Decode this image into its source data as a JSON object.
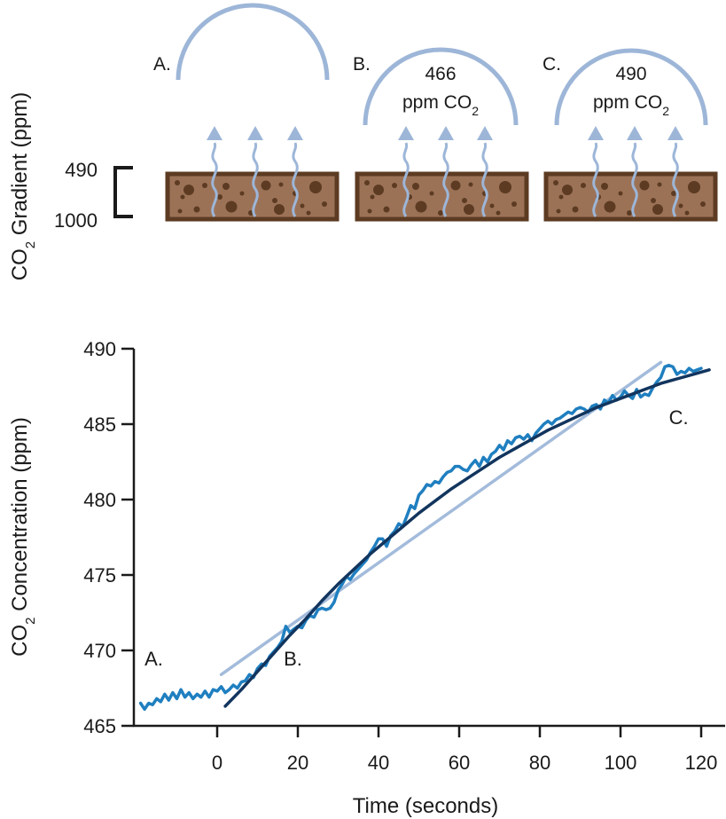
{
  "diagram": {
    "gradient_axis_label": "CO",
    "gradient_axis_label_sub": "2",
    "gradient_axis_label_rest": " Gradient (ppm)",
    "gradient_top": "490",
    "gradient_bottom": "1000",
    "panels": [
      {
        "letter": "A.",
        "line1": "",
        "line2": "",
        "sub": ""
      },
      {
        "letter": "B.",
        "line1": "466",
        "line2": "ppm CO",
        "sub": "2"
      },
      {
        "letter": "C.",
        "line1": "490",
        "line2": "ppm CO",
        "sub": "2"
      }
    ],
    "colors": {
      "soil_fill": "#9c7257",
      "soil_border": "#5c3b22",
      "soil_particles": "#5c3b22",
      "chamber": "#9db6d8",
      "arrows": "#9db6d8"
    }
  },
  "chart_data": {
    "type": "line",
    "xlabel": "Time (seconds)",
    "ylabel": "CO",
    "ylabel_sub": "2",
    "ylabel_rest": " Concentration (ppm)",
    "xlim": [
      -20,
      124
    ],
    "ylim": [
      465,
      490
    ],
    "x_ticks": [
      0,
      20,
      40,
      60,
      80,
      100,
      120
    ],
    "y_ticks": [
      465,
      470,
      475,
      480,
      485,
      490
    ],
    "annotations": [
      {
        "text": "A.",
        "x": -18,
        "y": 469
      },
      {
        "text": "B.",
        "x": 16.5,
        "y": 469
      },
      {
        "text": "C.",
        "x": 112,
        "y": 485
      }
    ],
    "series": [
      {
        "role": "measured",
        "color": "#1f7fc0",
        "x": [
          -19,
          -18,
          -17,
          -16,
          -15,
          -14,
          -13,
          -12,
          -11,
          -10,
          -9,
          -8,
          -7,
          -6,
          -5,
          -4,
          -3,
          -2,
          -1,
          0,
          1,
          2,
          3,
          4,
          5,
          6,
          7,
          8,
          9,
          10,
          11,
          12,
          13,
          14,
          15,
          16,
          17,
          18,
          19,
          20,
          21,
          22,
          23,
          24,
          25,
          26,
          27,
          28,
          29,
          30,
          31,
          32,
          33,
          34,
          35,
          36,
          37,
          38,
          39,
          40,
          41,
          42,
          43,
          44,
          45,
          46,
          47,
          48,
          49,
          50,
          51,
          52,
          53,
          54,
          55,
          56,
          57,
          58,
          59,
          60,
          61,
          62,
          63,
          64,
          65,
          66,
          67,
          68,
          69,
          70,
          71,
          72,
          73,
          74,
          75,
          76,
          77,
          78,
          79,
          80,
          81,
          82,
          83,
          84,
          85,
          86,
          87,
          88,
          89,
          90,
          91,
          92,
          93,
          94,
          95,
          96,
          97,
          98,
          99,
          100,
          101,
          102,
          103,
          104,
          105,
          106,
          107,
          108,
          109,
          110,
          111,
          112,
          113,
          114,
          115,
          116,
          117,
          118,
          119,
          120
        ],
        "y": [
          466.5,
          466.1,
          466.5,
          466.4,
          466.8,
          466.6,
          467.1,
          466.7,
          467.2,
          466.8,
          467.4,
          466.9,
          467.2,
          466.8,
          467.1,
          466.9,
          467.3,
          466.9,
          467.4,
          467.3,
          467.6,
          467.2,
          467.4,
          467.7,
          467.5,
          467.9,
          468.0,
          468.4,
          468.2,
          468.8,
          469.1,
          469.0,
          469.6,
          469.9,
          470.2,
          470.6,
          471.6,
          471.2,
          471.4,
          471.6,
          471.5,
          472.0,
          472.3,
          472.2,
          472.7,
          472.8,
          472.7,
          472.8,
          473.2,
          474.0,
          474.4,
          474.9,
          474.7,
          475.1,
          475.4,
          475.7,
          476.0,
          476.5,
          476.9,
          477.4,
          477.4,
          476.9,
          477.6,
          477.9,
          478.4,
          478.2,
          478.9,
          479.6,
          479.4,
          480.3,
          480.6,
          481.0,
          480.9,
          481.2,
          481.1,
          481.5,
          481.8,
          481.9,
          482.2,
          482.2,
          482.0,
          481.9,
          482.3,
          482.6,
          482.2,
          482.8,
          482.5,
          483.0,
          483.2,
          483.6,
          483.3,
          483.9,
          483.7,
          484.1,
          484.2,
          484.0,
          484.3,
          483.9,
          484.4,
          484.7,
          485.0,
          485.2,
          485.0,
          485.3,
          485.4,
          485.6,
          485.8,
          485.7,
          486.0,
          486.1,
          486.0,
          485.8,
          486.2,
          486.3,
          486.0,
          486.6,
          486.4,
          486.9,
          486.6,
          486.8,
          487.2,
          486.9,
          486.7,
          487.3,
          486.8,
          487.0,
          486.9,
          487.4,
          487.8,
          488.1,
          488.8,
          488.9,
          488.8,
          488.3,
          488.5,
          488.4,
          488.7,
          488.5,
          488.6,
          488.7
        ]
      },
      {
        "role": "curve-fit",
        "color": "#12355e",
        "x": [
          2,
          6,
          10,
          14,
          18,
          22,
          26,
          30,
          34,
          38,
          42,
          46,
          50,
          54,
          58,
          62,
          66,
          70,
          74,
          78,
          82,
          86,
          90,
          94,
          98,
          102,
          106,
          110,
          114,
          118,
          122
        ],
        "y": [
          466.3,
          467.4,
          468.6,
          469.8,
          471.0,
          472.1,
          473.3,
          474.4,
          475.4,
          476.4,
          477.3,
          478.2,
          479.1,
          479.9,
          480.7,
          481.4,
          482.1,
          482.8,
          483.4,
          484.0,
          484.6,
          485.1,
          485.6,
          486.1,
          486.5,
          486.9,
          487.3,
          487.7,
          488.0,
          488.3,
          488.6
        ]
      },
      {
        "role": "linear-fit",
        "color": "#a3bbdb",
        "x": [
          1,
          110
        ],
        "y": [
          468.4,
          489.1
        ]
      }
    ]
  }
}
